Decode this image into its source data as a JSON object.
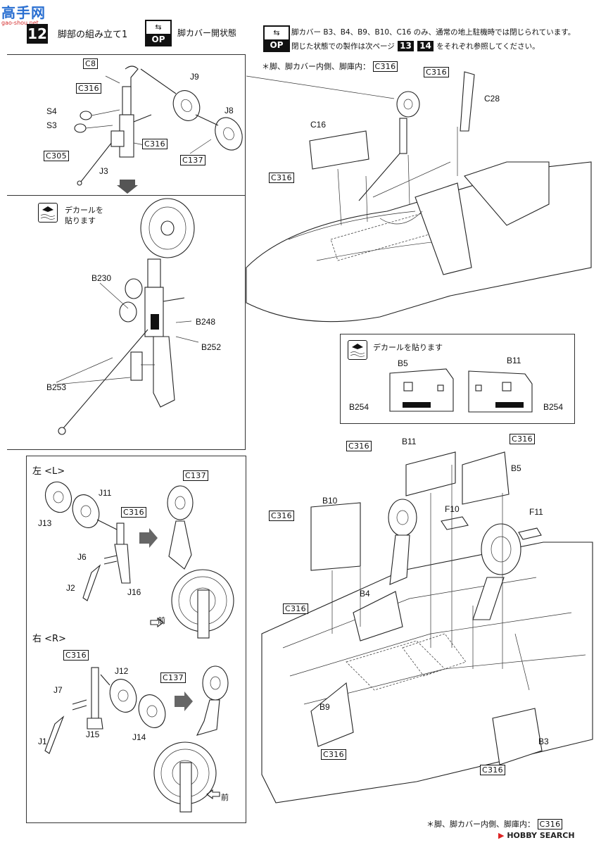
{
  "watermark": {
    "logo_text": "高手网",
    "url": "gao-shou.net"
  },
  "header": {
    "step_number": "12",
    "step_title": "脚部の組み立て1",
    "op_icon_top": "⇆",
    "op_icon_bottom": "OP",
    "op_caption": "脚カバー開状態",
    "note_line1": "脚カバー B3、B4、B9、B10、C16 のみ、通常の地上駐機時では閉じられています。",
    "note_line2_pre": "閉じた状態での製作は次ページ",
    "note_line2_ref1": "13",
    "note_line2_ref2": "14",
    "note_line2_post": "をそれぞれ参照してください。"
  },
  "top_right_note": {
    "text": "＊脚、脚カバー内側、脚庫内：",
    "color_code": "C316"
  },
  "panel_nose_gear": {
    "parts": [
      "C8",
      "C316",
      "S4",
      "S3",
      "C305",
      "J3",
      "J9",
      "J8",
      "C316",
      "C137"
    ]
  },
  "panel_decal_gear": {
    "decal_caption_l1": "デカールを",
    "decal_caption_l2": "貼ります",
    "parts": [
      "B230",
      "B248",
      "B252",
      "B253"
    ]
  },
  "main_upper": {
    "parts": [
      "C316",
      "C28",
      "C16",
      "C316"
    ]
  },
  "decal_box": {
    "caption": "デカールを貼ります",
    "left_label": "B5",
    "right_label": "B11",
    "left_decal": "B254",
    "right_decal": "B254"
  },
  "panel_lr": {
    "left_title": "左 <L>",
    "left_parts": [
      "J11",
      "J13",
      "C316",
      "C137",
      "J6",
      "J2",
      "J16"
    ],
    "left_forward": "前",
    "right_title": "右 <R>",
    "right_parts": [
      "C316",
      "J7",
      "J12",
      "C137",
      "J1",
      "J15",
      "J14"
    ],
    "right_forward": "前"
  },
  "main_lower": {
    "parts": [
      "C316",
      "B11",
      "C316",
      "B5",
      "B10",
      "C316",
      "F10",
      "F11",
      "C316",
      "B4",
      "B9",
      "C316",
      "B3",
      "C316"
    ]
  },
  "footer_note": {
    "text": "＊脚、脚カバー内側、脚庫内：",
    "color_code": "C316",
    "brand": "HOBBY SEARCH"
  },
  "colors": {
    "ink": "#111111",
    "watermark_blue": "#2a6fd1",
    "watermark_red": "#d42a2a",
    "brand_red": "#d22",
    "panel_border": "#333333"
  }
}
